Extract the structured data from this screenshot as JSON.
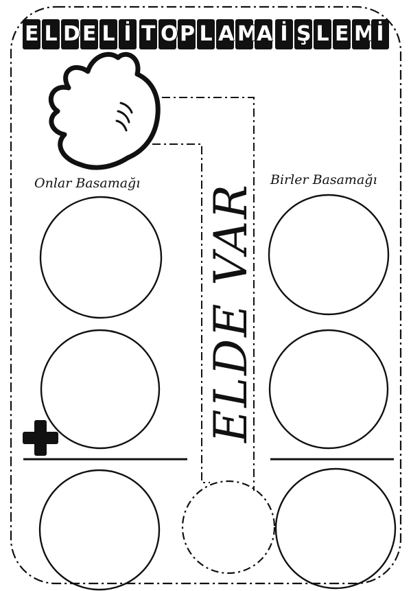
{
  "worksheet": {
    "title_letters": [
      "E",
      "L",
      "D",
      "E",
      "L",
      "İ",
      " ",
      "T",
      "O",
      "P",
      "L",
      "A",
      "M",
      "A",
      " ",
      "İ",
      "Ş",
      "L",
      "E",
      "M",
      "İ"
    ],
    "onlar_label": "Onlar Basamağı",
    "birler_label": "Birler Basamağı",
    "carry_label": "ELDE VAR",
    "colors": {
      "ink": "#111111",
      "paper": "#ffffff"
    },
    "icons": {
      "hand": "pointing-hand-icon",
      "plus": "plus-icon"
    }
  }
}
